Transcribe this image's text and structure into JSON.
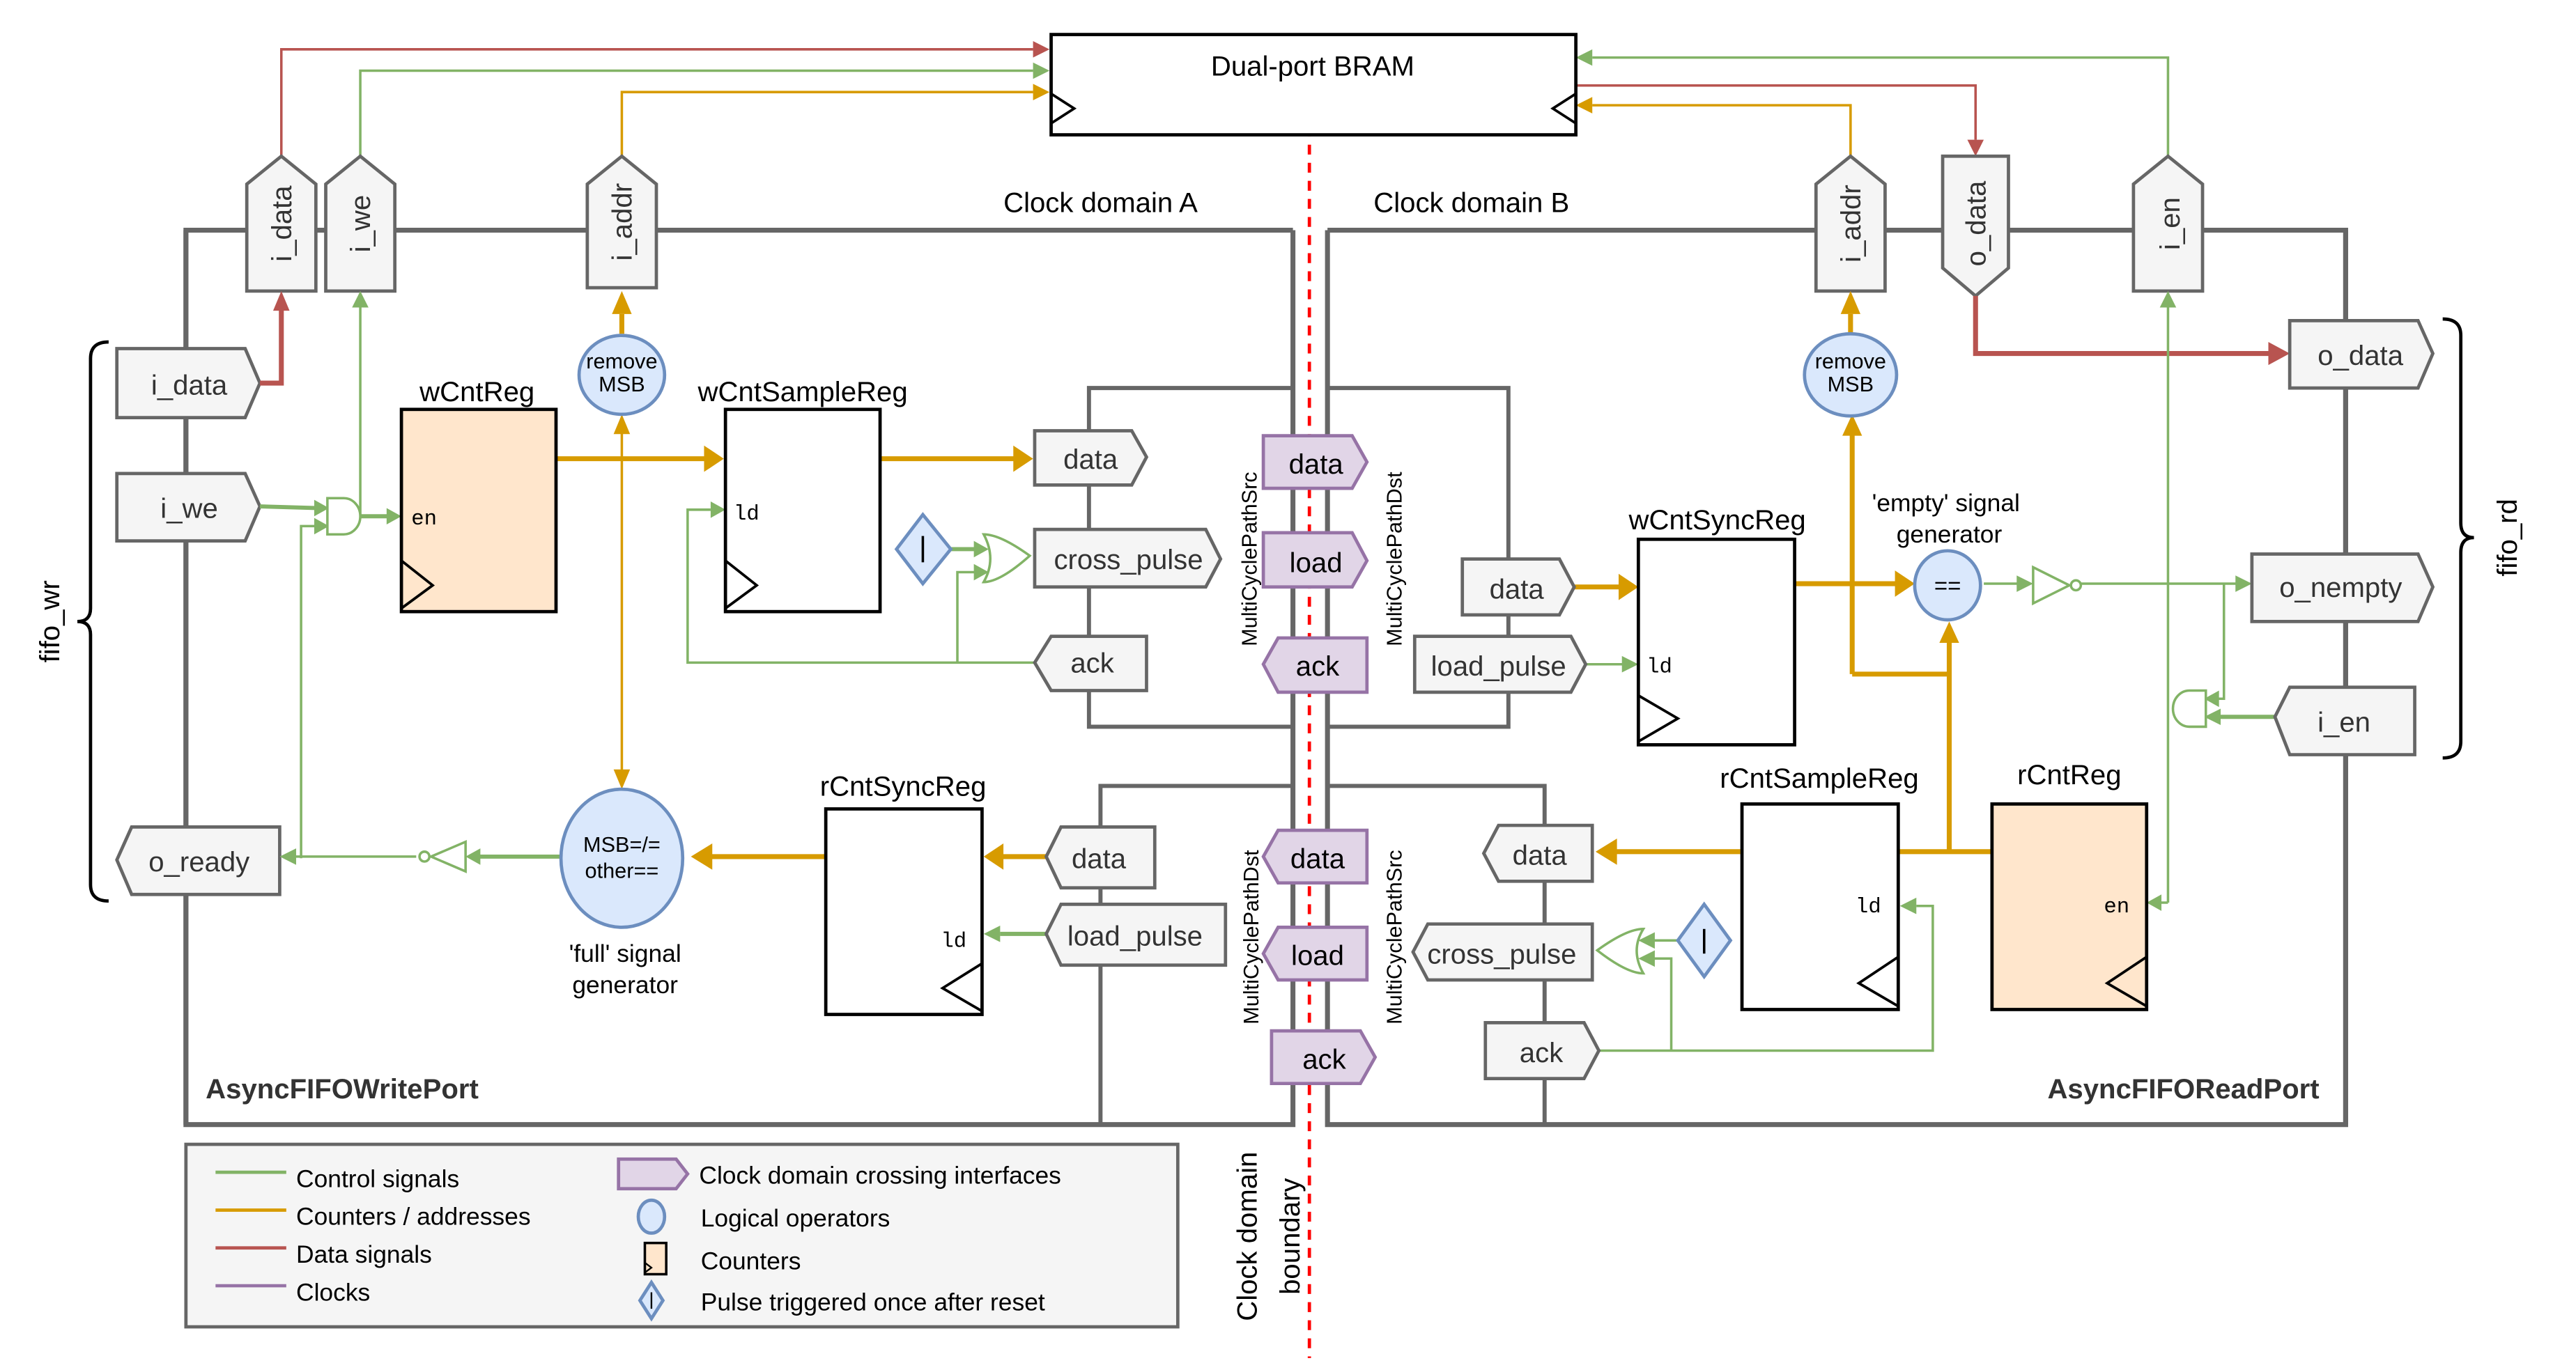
{
  "colors": {
    "control": "#82b366",
    "counter": "#d79b00",
    "data": "#b85450",
    "clock": "#9673a6",
    "boundary": "#ff0000",
    "operator_fill": "#dae8fc",
    "counter_fill": "#ffe6cc",
    "cdc_fill": "#e1d5e7"
  },
  "bram": {
    "label": "Dual-port BRAM"
  },
  "domains": {
    "a": "Clock domain A",
    "b": "Clock domain B",
    "boundary_line1": "Clock domain",
    "boundary_line2": "boundary"
  },
  "write_port": {
    "title": "AsyncFIFOWritePort",
    "bus_label": "fifo_wr",
    "top_ports": [
      "i_data",
      "i_we",
      "i_addr"
    ],
    "left_ports": [
      "i_data",
      "i_we",
      "o_ready"
    ],
    "wcnt_reg": {
      "label": "wCntReg",
      "pin": "en"
    },
    "remove_msb": {
      "line1": "remove",
      "line2": "MSB"
    },
    "wcnt_sample_reg": {
      "label": "wCntSampleReg",
      "pin": "ld"
    },
    "src_ports": [
      "data",
      "cross_pulse",
      "ack"
    ],
    "rcnt_sync_reg": {
      "label": "rCntSyncReg",
      "pin": "ld"
    },
    "dst_ports": [
      "data",
      "load_pulse"
    ],
    "full_gen": {
      "op_line1": "MSB=/=",
      "op_line2": "other==",
      "caption1": "'full' signal",
      "caption2": "generator"
    },
    "pulse_symbol": "I"
  },
  "read_port": {
    "title": "AsyncFIFOReadPort",
    "bus_label": "fifo_rd",
    "top_ports": [
      "i_addr",
      "o_data",
      "i_en"
    ],
    "right_ports": [
      "o_data",
      "o_nempty",
      "i_en"
    ],
    "remove_msb": {
      "line1": "remove",
      "line2": "MSB"
    },
    "wcnt_sync_reg": {
      "label": "wCntSyncReg",
      "pin": "ld"
    },
    "dst_ports": [
      "data",
      "load_pulse"
    ],
    "empty_gen": {
      "op": "==",
      "caption1": "'empty' signal",
      "caption2": "generator"
    },
    "rcnt_sample_reg": {
      "label": "rCntSampleReg",
      "pin": "ld"
    },
    "rcnt_reg": {
      "label": "rCntReg",
      "pin": "en"
    },
    "src_ports": [
      "data",
      "cross_pulse",
      "ack"
    ],
    "pulse_symbol": "I"
  },
  "cdc": {
    "upper": {
      "src_label": "MultiCyclePathSrc",
      "dst_label": "MultiCyclePathDst",
      "items": [
        "data",
        "load",
        "ack"
      ]
    },
    "lower": {
      "src_label": "MultiCyclePathSrc",
      "dst_label": "MultiCyclePathDst",
      "items": [
        "data",
        "load",
        "ack"
      ]
    }
  },
  "legend": {
    "lines": [
      "Control signals",
      "Counters / addresses",
      "Data signals",
      "Clocks"
    ],
    "symbols": [
      "Clock domain crossing interfaces",
      "Logical operators",
      "Counters",
      "Pulse triggered once after reset"
    ],
    "pulse_symbol": "I"
  }
}
